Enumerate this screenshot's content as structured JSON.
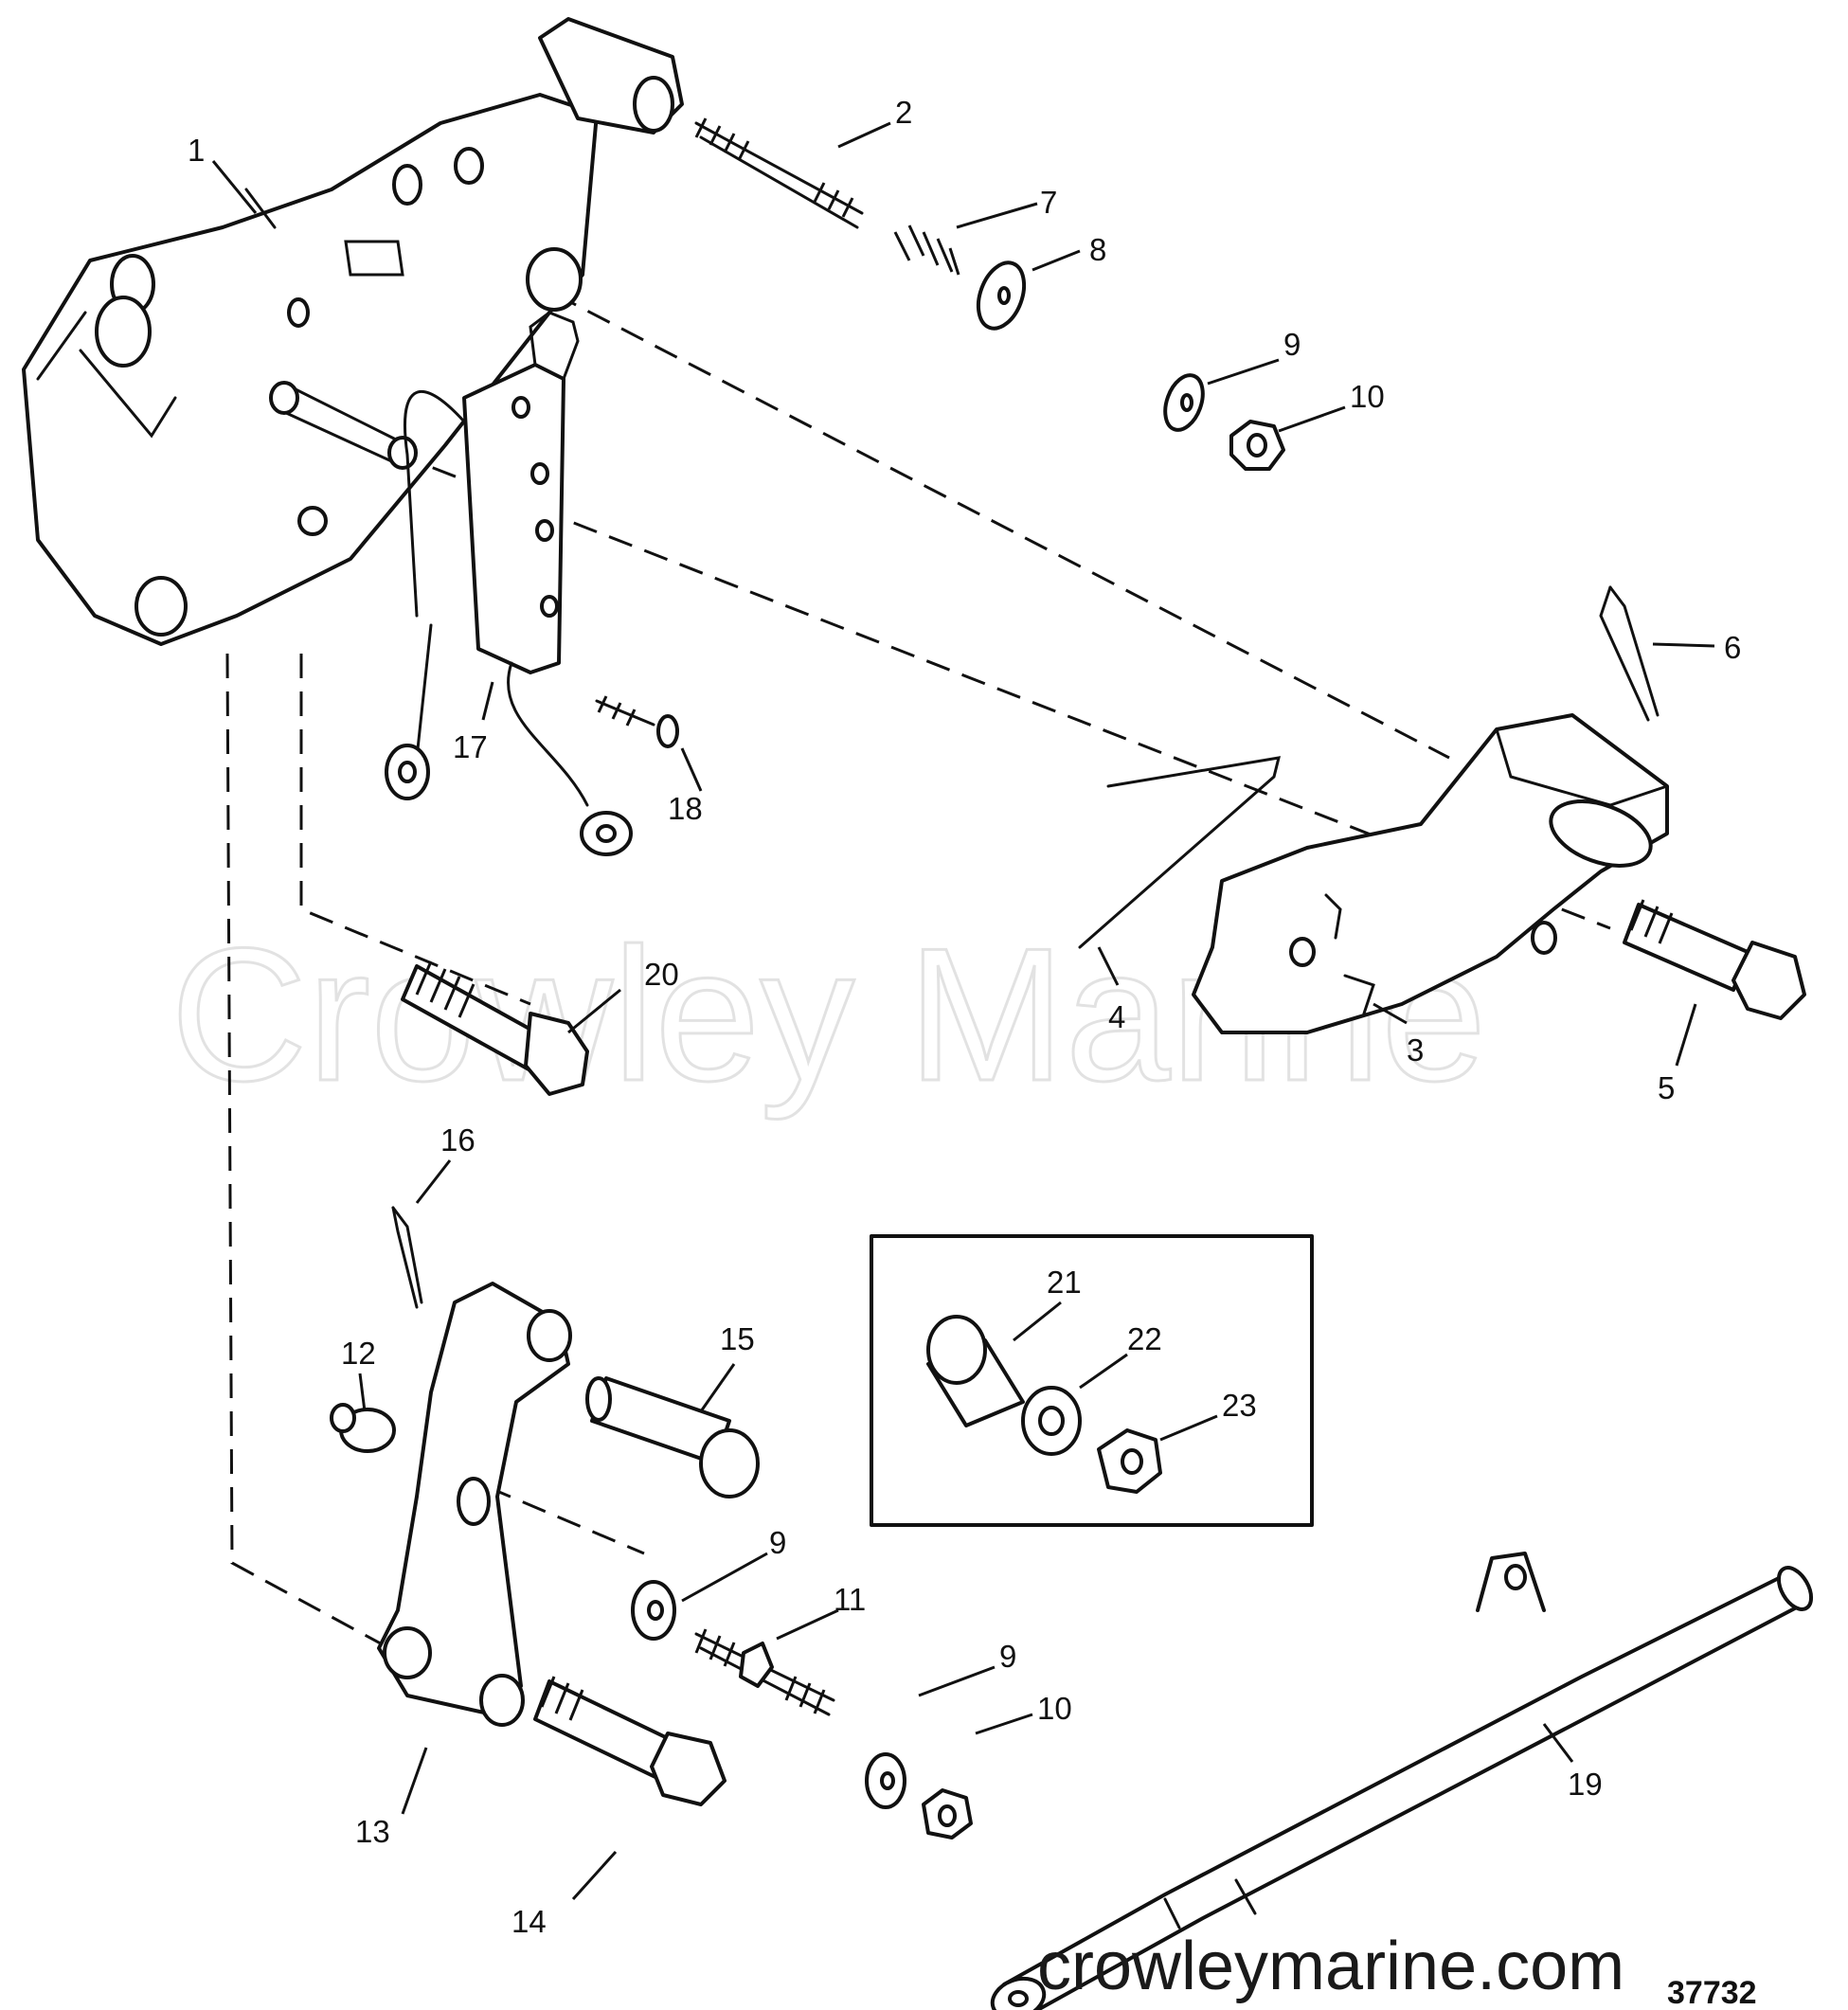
{
  "watermark": "Crowley Marine",
  "site_url": "crowleymarine.com",
  "figure_number": "37732",
  "callouts": {
    "c1": "1",
    "c2": "2",
    "c3": "3",
    "c4": "4",
    "c5": "5",
    "c6": "6",
    "c7": "7",
    "c8": "8",
    "c9a": "9",
    "c10a": "10",
    "c11": "11",
    "c12": "12",
    "c13": "13",
    "c14": "14",
    "c15": "15",
    "c16": "16",
    "c17": "17",
    "c18": "18",
    "c19": "19",
    "c20": "20",
    "c21": "21",
    "c22": "22",
    "c23": "23",
    "c9b": "9",
    "c9c": "9",
    "c10b": "10"
  }
}
